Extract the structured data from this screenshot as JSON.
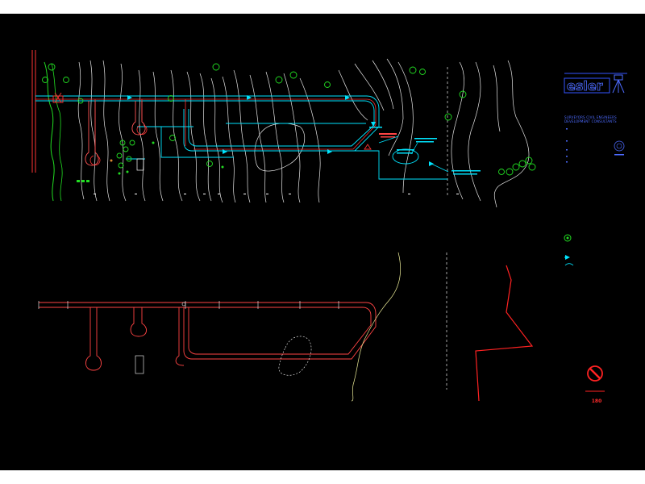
{
  "title_block": {
    "logo_text": "esler",
    "firm_name": "SURVEYORS CIVIL ENGINEERS DEVELOPMENT CONSULTANTS"
  },
  "noise_sign": {
    "value": "180"
  },
  "colors": {
    "background": "#000000",
    "page": "#ffffff",
    "contours": "#ffffff",
    "road_outline": "#00e5ff",
    "road_alignment": "#ff3333",
    "trees": "#22dd22",
    "logo": "#3355ff",
    "arrow": "#00e5ff",
    "red_line": "#ff2222"
  },
  "legend": {
    "items": [
      "tree-symbol",
      "flow-arrow",
      "cyan-curve"
    ]
  }
}
